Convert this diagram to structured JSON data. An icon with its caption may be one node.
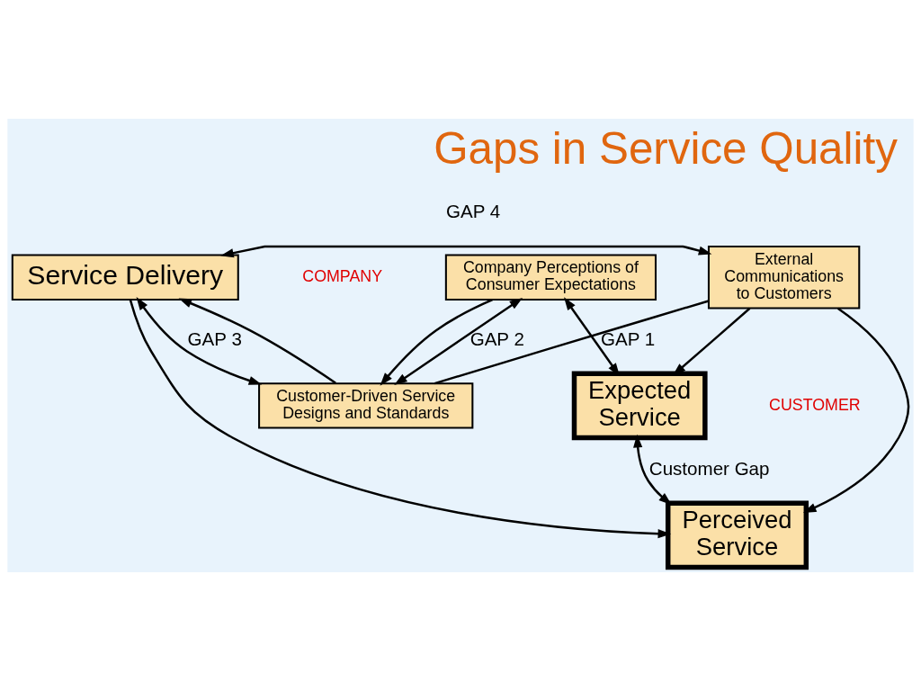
{
  "diagram": {
    "title": "Gaps in Service Quality",
    "nodes": [
      {
        "text": [
          "Expected Service"
        ]
      },
      {
        "text": [
          "Perceived Service"
        ]
      },
      {
        "text": [
          "Service Delivery"
        ]
      },
      {
        "text": [
          "External Communications to Customers"
        ]
      },
      {
        "text": [
          "Customer-Driven Service Designs and Standards"
        ]
      },
      {
        "text": [
          "Company Perceptions of Consumer Expectations"
        ]
      }
    ],
    "edges": [
      {
        "from": 0,
        "to": 1,
        "arrow": "both",
        "label": "Customer Gap"
      },
      {
        "from": 5,
        "to": 0,
        "arrow": "both",
        "label": "GAP 1"
      },
      {
        "from": 2,
        "to": 1,
        "arrow": "to"
      },
      {
        "from": 3,
        "to": 0,
        "arrow": "to"
      },
      {
        "from": 3,
        "to": 1,
        "arrow": "to"
      },
      {
        "from": 2,
        "to": 3,
        "arrow": "both",
        "label": "GAP 4"
      },
      {
        "from": 4,
        "to": 3,
        "arrow": "none"
      },
      {
        "from": 4,
        "to": 2,
        "arrow": "both",
        "label": "GAP 3"
      },
      {
        "from": 4,
        "to": 2,
        "arrow": "to"
      },
      {
        "from": 5,
        "to": 4,
        "arrow": "both",
        "label": "GAP 2"
      },
      {
        "from": 5,
        "to": 4,
        "arrow": "to"
      }
    ],
    "labels": [
      "CUSTOMER",
      "COMPANY"
    ]
  }
}
